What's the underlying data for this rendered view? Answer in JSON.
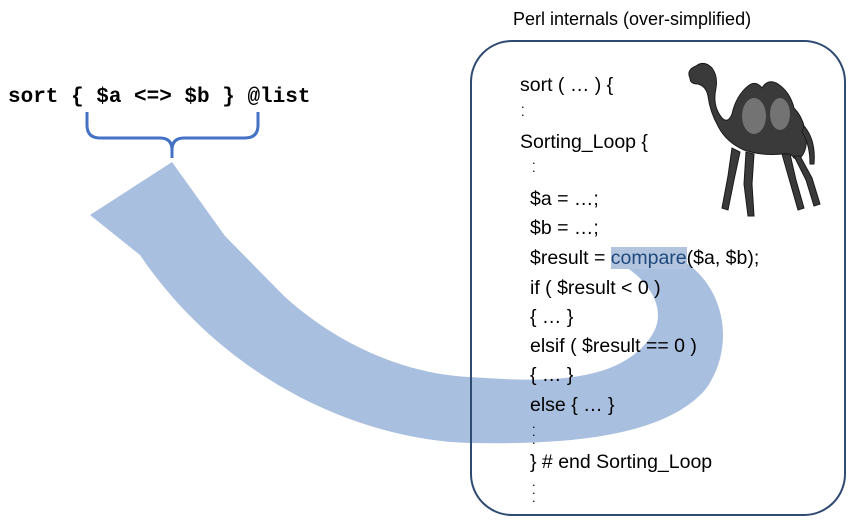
{
  "left_snippet": {
    "code": "sort { $a <=> $b } @list"
  },
  "panel": {
    "title": "Perl internals (over-simplified)",
    "lines": {
      "sort_open": "sort ( … ) {",
      "loop_open": "Sorting_Loop {",
      "assign_a": "$a = …;",
      "assign_b": "$b = …;",
      "result_prefix": "$result = ",
      "compare_word": "compare",
      "result_suffix": "($a, $b);",
      "if_line": "if ( $result < 0 )",
      "block1": "{ … }",
      "elsif_line": "elsif ( $result == 0 )",
      "block2": "{ … }",
      "else_line": "else { … }",
      "loop_close": "} # end Sorting_Loop"
    }
  },
  "colors": {
    "arrow": "#a9bfdf",
    "brace": "#4472c4",
    "panel_border": "#2f4b72",
    "highlight": "#b3c4de"
  },
  "icons": {
    "mascot": "camel-icon"
  }
}
